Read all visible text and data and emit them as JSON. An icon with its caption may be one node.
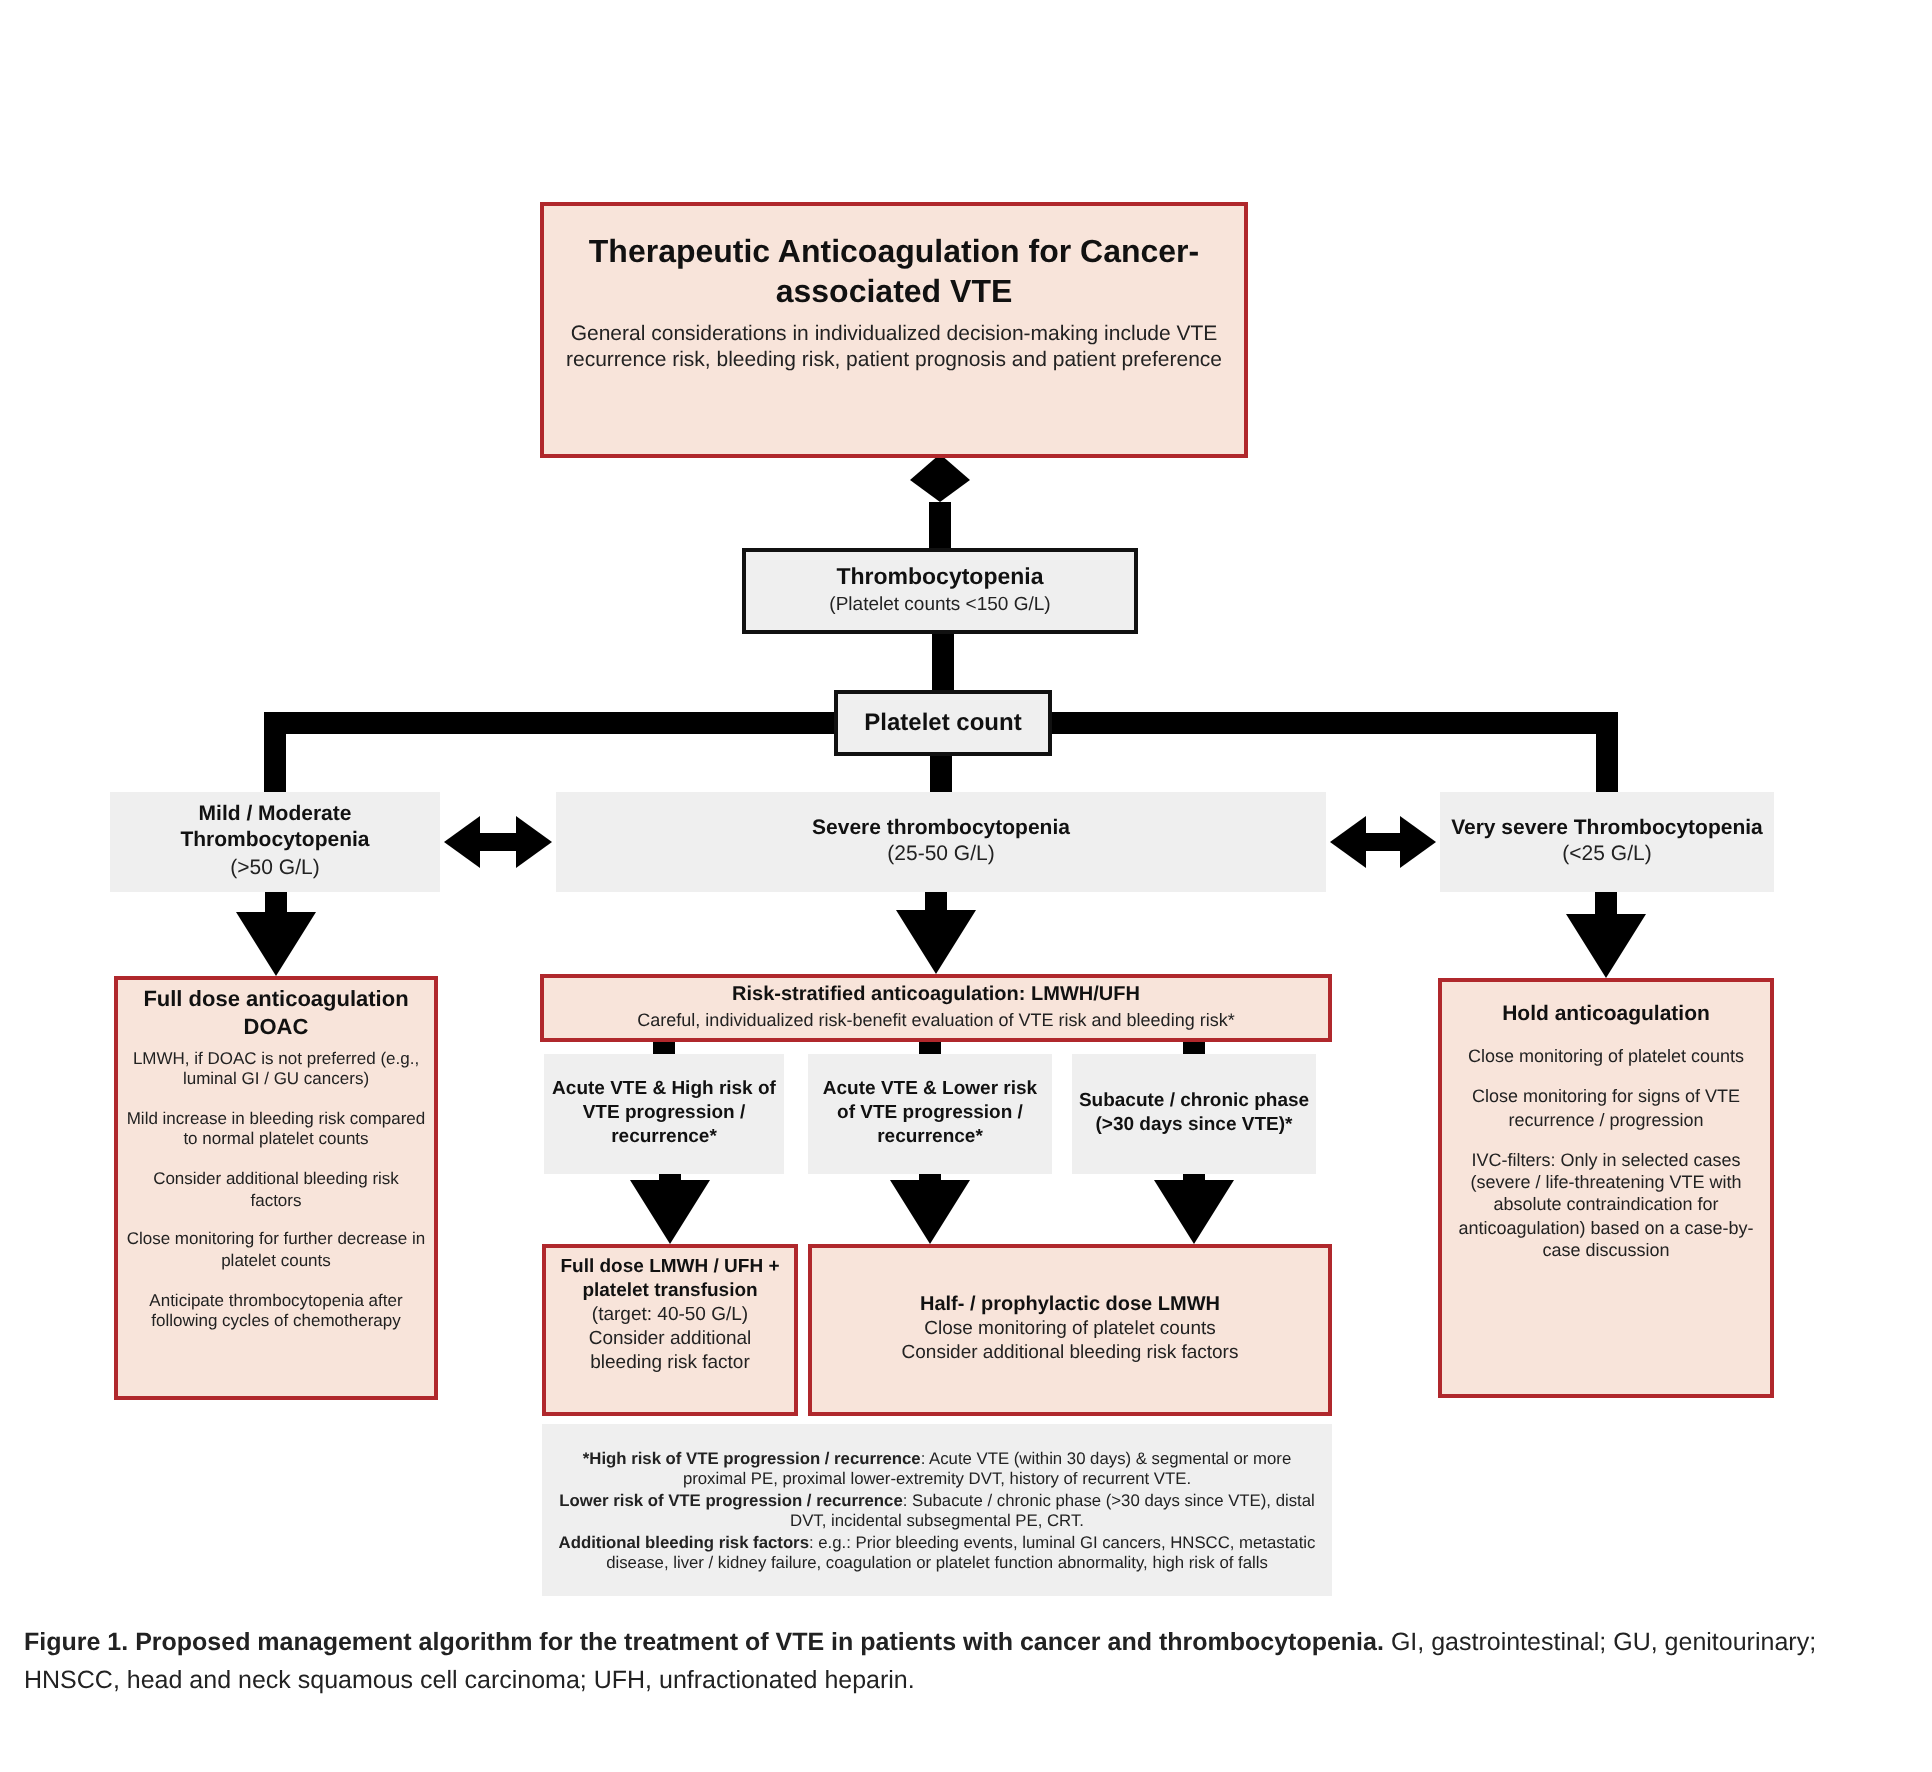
{
  "diagram": {
    "caption": "**Figure 1. Proposed management algorithm for the treatment of VTE in patients with cancer and thrombocytopenia.** GI, gastrointestinal; GU, genitourinary; HNSCC, head and neck squamous cell carcinoma; UFH, unfractionated heparin.",
    "nodes": [
      {
        "text": [
          "Therapeutic Anticoagulation for Cancer-associated VTE",
          "General considerations in individualized decision-making include VTE recurrence risk, bleeding risk, patient prognosis and patient preference"
        ]
      },
      {
        "text": [
          "Thrombocytopenia",
          "(Platelet counts <150 G/L)"
        ]
      },
      {
        "text": [
          "Platelet count"
        ]
      },
      {
        "text": [
          "Mild / Moderate Thrombocytopenia",
          "(>50 G/L)"
        ]
      },
      {
        "text": [
          "Severe thrombocytopenia",
          "(25-50 G/L)"
        ]
      },
      {
        "text": [
          "Very severe Thrombocytopenia",
          "(<25 G/L)"
        ]
      },
      {
        "text": [
          "Full dose anticoagulation DOAC",
          "LMWH, if DOAC is not preferred (e.g., luminal GI / GU cancers)",
          "Mild increase in bleeding risk compared to normal platelet counts",
          "Consider additional bleeding risk factors",
          "Close monitoring for further decrease in platelet counts",
          "Anticipate thrombocytopenia after following cycles of chemotherapy"
        ]
      },
      {
        "text": [
          "Risk-stratified anticoagulation: LMWH/UFH",
          "Careful, individualized risk-benefit evaluation of VTE risk and bleeding risk*"
        ]
      },
      {
        "text": [
          "Hold anticoagulation",
          "Close monitoring of platelet counts",
          "Close monitoring for signs of VTE recurrence / progression",
          "IVC-filters: Only in selected cases (severe / life-threatening VTE with absolute contraindication for anticoagulation) based on a case-by-case discussion"
        ]
      },
      {
        "text": [
          "Acute VTE & High risk of VTE progression / recurrence*"
        ]
      },
      {
        "text": [
          "Acute VTE & Lower risk of VTE progression / recurrence*"
        ]
      },
      {
        "text": [
          "Subacute / chronic phase (>30 days since VTE)*"
        ]
      },
      {
        "text": [
          "Full dose LMWH / UFH + platelet transfusion",
          "(target: 40-50 G/L)",
          "Consider additional bleeding risk factor"
        ]
      },
      {
        "text": [
          "Half- / prophylactic dose LMWH",
          "Close monitoring of platelet counts",
          "Consider additional bleeding risk factors"
        ]
      },
      {
        "text": [
          "***High risk of VTE progression / recurrence**: Acute VTE (within 30 days) & segmental or more proximal PE, proximal lower-extremity DVT, history of recurrent VTE.",
          "**Lower risk of VTE progression / recurrence**: Subacute / chronic phase (>30 days since VTE), distal DVT, incidental subsegmental PE, CRT.",
          "**Additional bleeding risk factors**: e.g.: Prior bleeding events, luminal GI cancers, HNSCC, metastatic disease, liver / kidney failure, coagulation or platelet function abnormality, high risk of falls"
        ]
      }
    ],
    "edges": [
      {
        "from": 1,
        "to": 0,
        "arrow": "other"
      },
      {
        "from": 1,
        "to": 2,
        "arrow": "none"
      },
      {
        "from": 2,
        "to": 3,
        "arrow": "none"
      },
      {
        "from": 2,
        "to": 4,
        "arrow": "none"
      },
      {
        "from": 2,
        "to": 5,
        "arrow": "none"
      },
      {
        "from": 3,
        "to": 4,
        "arrow": "both"
      },
      {
        "from": 4,
        "to": 5,
        "arrow": "both"
      },
      {
        "from": 3,
        "to": 6,
        "arrow": "to"
      },
      {
        "from": 4,
        "to": 7,
        "arrow": "to"
      },
      {
        "from": 5,
        "to": 8,
        "arrow": "to"
      },
      {
        "from": 7,
        "to": 9,
        "arrow": "none"
      },
      {
        "from": 7,
        "to": 10,
        "arrow": "none"
      },
      {
        "from": 7,
        "to": 11,
        "arrow": "none"
      },
      {
        "from": 9,
        "to": 12,
        "arrow": "to"
      },
      {
        "from": 10,
        "to": 13,
        "arrow": "to"
      },
      {
        "from": 11,
        "to": 13,
        "arrow": "to"
      }
    ]
  }
}
